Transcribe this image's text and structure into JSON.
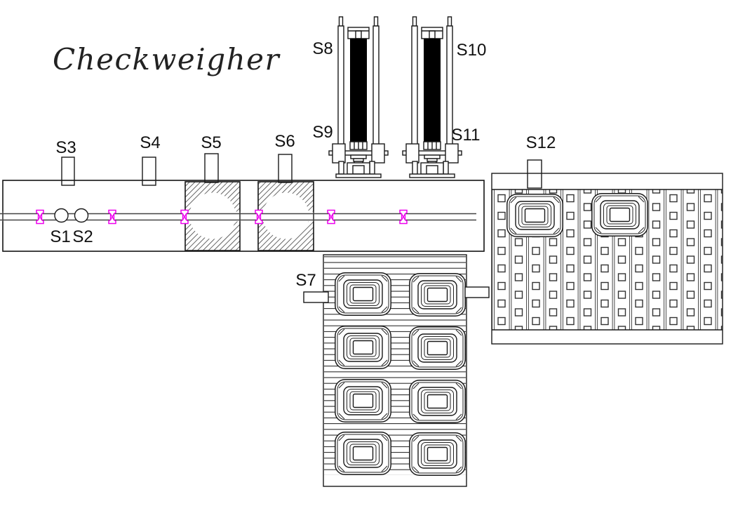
{
  "title": "Checkweigher",
  "labels": {
    "s1": "S1",
    "s2": "S2",
    "s3": "S3",
    "s4": "S4",
    "s5": "S5",
    "s6": "S6",
    "s7": "S7",
    "s8": "S8",
    "s9": "S9",
    "s10": "S10",
    "s11": "S11",
    "s12": "S12"
  },
  "colors": {
    "line": "#1a1a1a",
    "belt_line": "#444444",
    "sensor_marker": "#ee00ee",
    "column_fill": "#000000",
    "background": "#ffffff"
  }
}
